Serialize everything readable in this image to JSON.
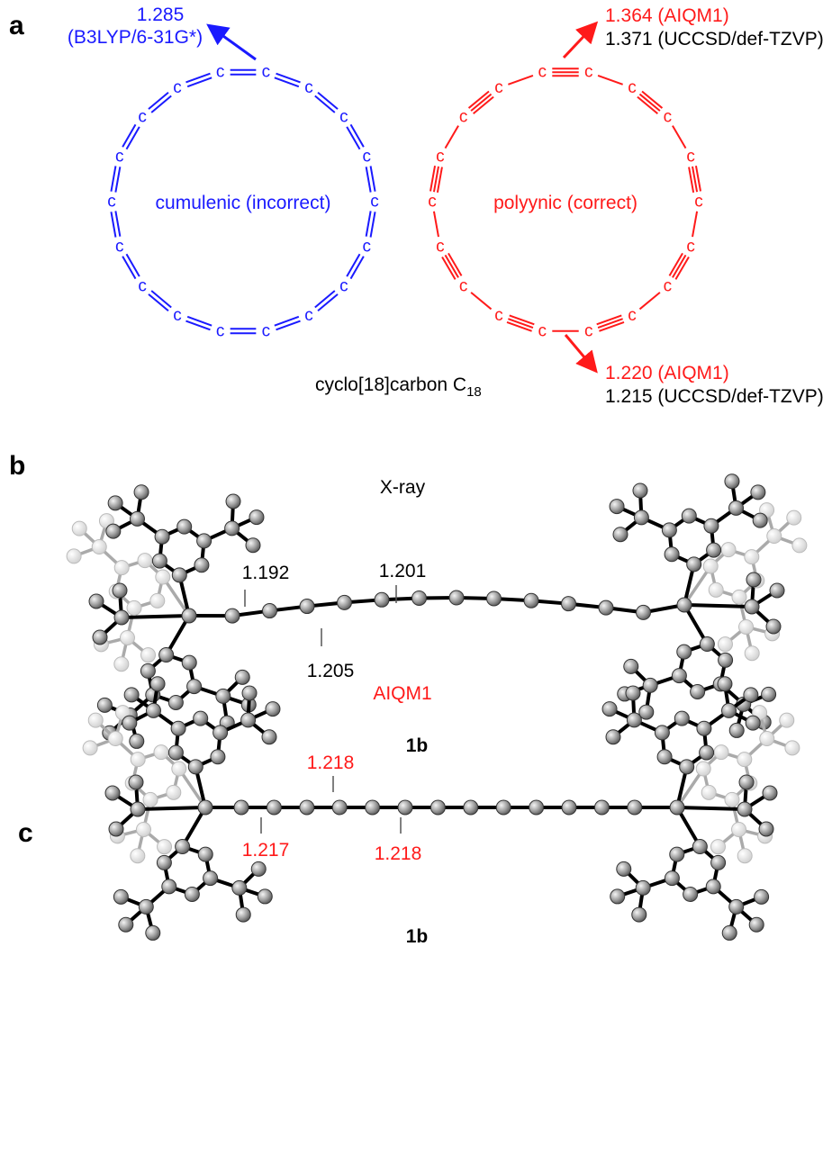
{
  "panels": {
    "a": {
      "letter": "a",
      "atom_symbol": "C",
      "cumulenic": {
        "title": "cumulenic (incorrect)",
        "bond_value": "1.285",
        "method": "(B3LYP/6-31G*)",
        "color": "#1a1aff"
      },
      "polyynic": {
        "title": "polyynic (correct)",
        "single_aiqm1": "1.364 (AIQM1)",
        "single_uccsd": "1.371 (UCCSD/def-TZVP)",
        "triple_aiqm1": "1.220 (AIQM1)",
        "triple_uccsd": "1.215 (UCCSD/def-TZVP)",
        "color": "#ff1a1a"
      },
      "caption_main": "cyclo[18]carbon C",
      "caption_sub": "18"
    },
    "b": {
      "letter": "b",
      "method": "X-ray",
      "bond_labels": [
        "1.192",
        "1.201",
        "1.205"
      ],
      "compound": "1b"
    },
    "c": {
      "letter": "c",
      "method": "AIQM1",
      "bond_labels": [
        "1.218",
        "1.217",
        "1.218"
      ],
      "compound": "1b",
      "color": "#ff1a1a"
    }
  }
}
